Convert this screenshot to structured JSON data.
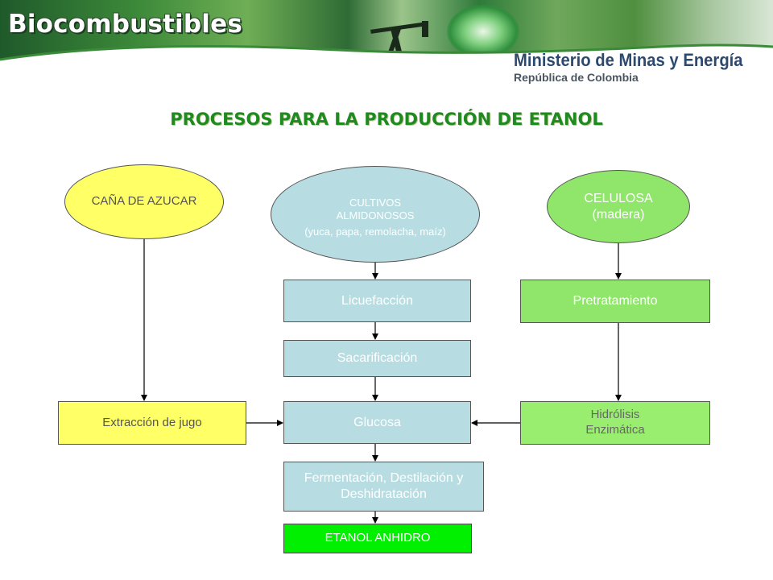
{
  "header": {
    "brand_title": "Biocombustibles",
    "ministry": "Ministerio de Minas y Energía",
    "republic": "República de Colombia"
  },
  "page_title": "PROCESOS PARA  LA PRODUCCIÓN DE ETANOL",
  "nodes": {
    "cana": "CAÑA DE AZUCAR",
    "cultivos_line1": "CULTIVOS",
    "cultivos_line2": "ALMIDONOSOS",
    "cultivos_line3": "(yuca, papa, remolacha, maíz)",
    "celulosa_line1": "CELULOSA",
    "celulosa_line2": "(madera)",
    "licuefaccion": "Licuefacción",
    "pretratamiento": "Pretratamiento",
    "sacarificacion": "Sacarificación",
    "extraccion": "Extracción de jugo",
    "glucosa": "Glucosa",
    "hidrolisis_line1": "Hidrólisis",
    "hidrolisis_line2": "Enzimática",
    "fermentacion_line1": "Fermentación, Destilación y",
    "fermentacion_line2": "Deshidratación",
    "etanol": "ETANOL ANHIDRO"
  },
  "colors": {
    "yellow": "#ffff66",
    "blue": "#b7dde2",
    "green": "#8fe66a",
    "bright_green": "#00f000",
    "title_green": "#1f8a1f",
    "ministry_blue": "#2d4a6e"
  }
}
